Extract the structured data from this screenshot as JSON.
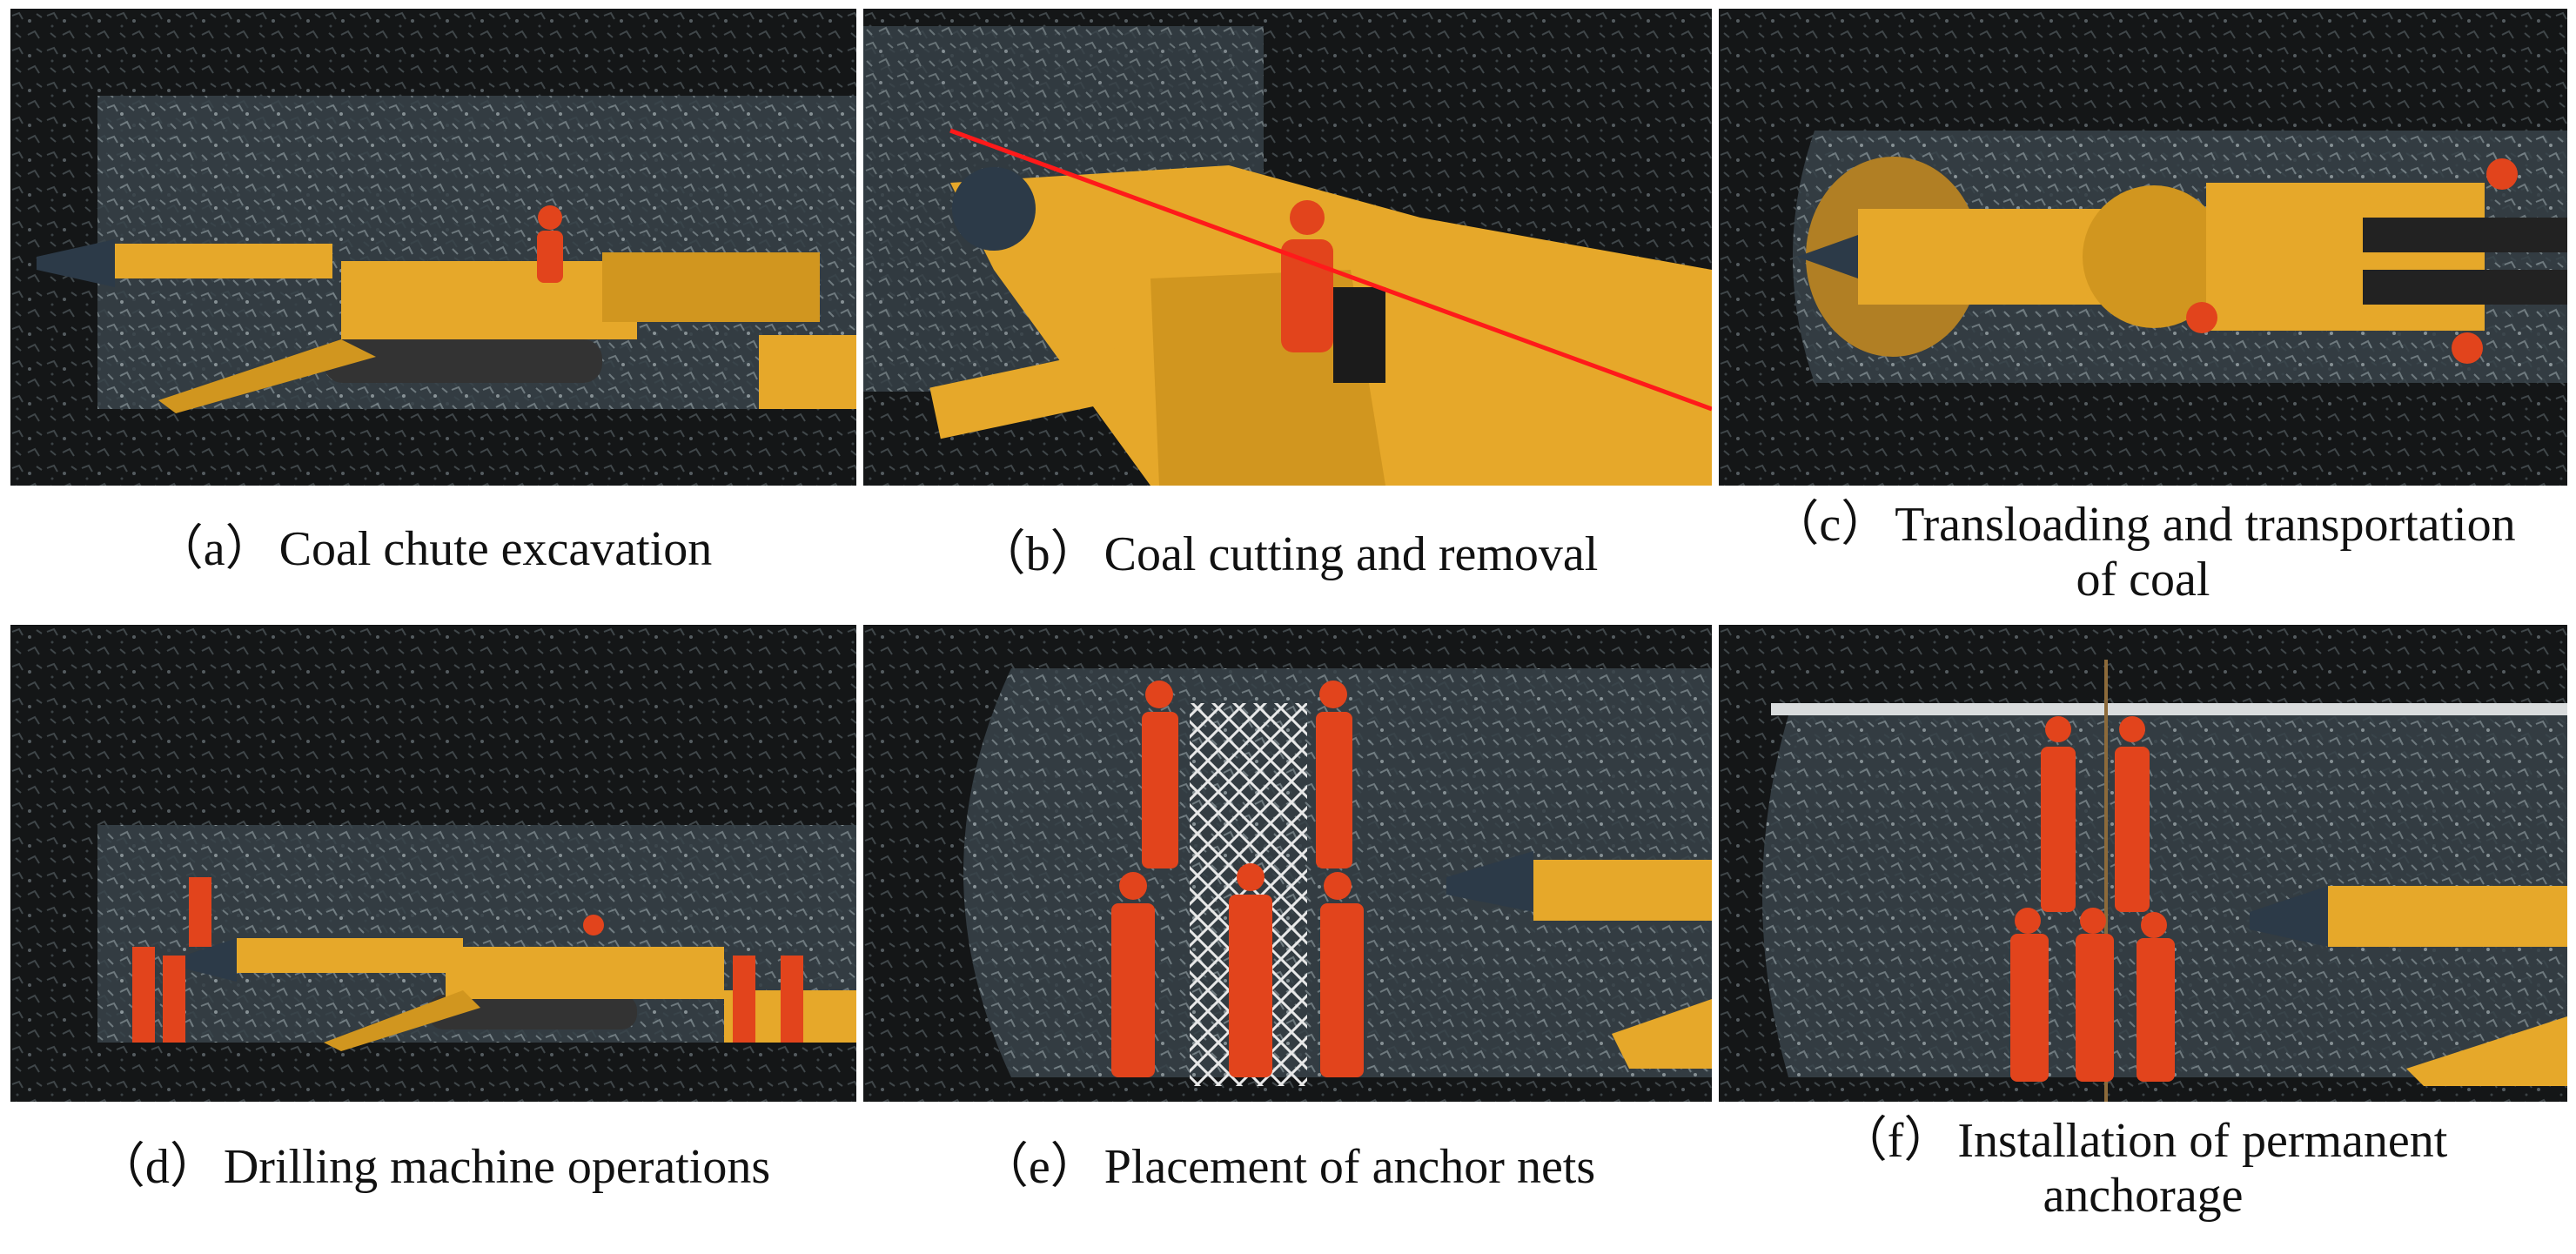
{
  "panels": [
    {
      "id": "a",
      "label": "（a）",
      "caption": "Coal chute excavation"
    },
    {
      "id": "b",
      "label": "（b）",
      "caption": "Coal cutting and removal"
    },
    {
      "id": "c",
      "label": "（c）",
      "caption": "Transloading and transportation",
      "caption_line2": "of coal"
    },
    {
      "id": "d",
      "label": "（d）",
      "caption": "Drilling machine operations"
    },
    {
      "id": "e",
      "label": "（e）",
      "caption": "Placement of anchor nets"
    },
    {
      "id": "f",
      "label": "（f）",
      "caption": "Installation of permanent",
      "caption_line2": "anchorage"
    }
  ],
  "colors": {
    "rock_dark": "#101213",
    "rock_tunnel": "#3a4448",
    "machine_yellow": "#e6a82a",
    "machine_shadow": "#a36d12",
    "worker_orange": "#e2441c",
    "laser_red": "#ff1a1a",
    "net_white": "#e8e8e8"
  }
}
